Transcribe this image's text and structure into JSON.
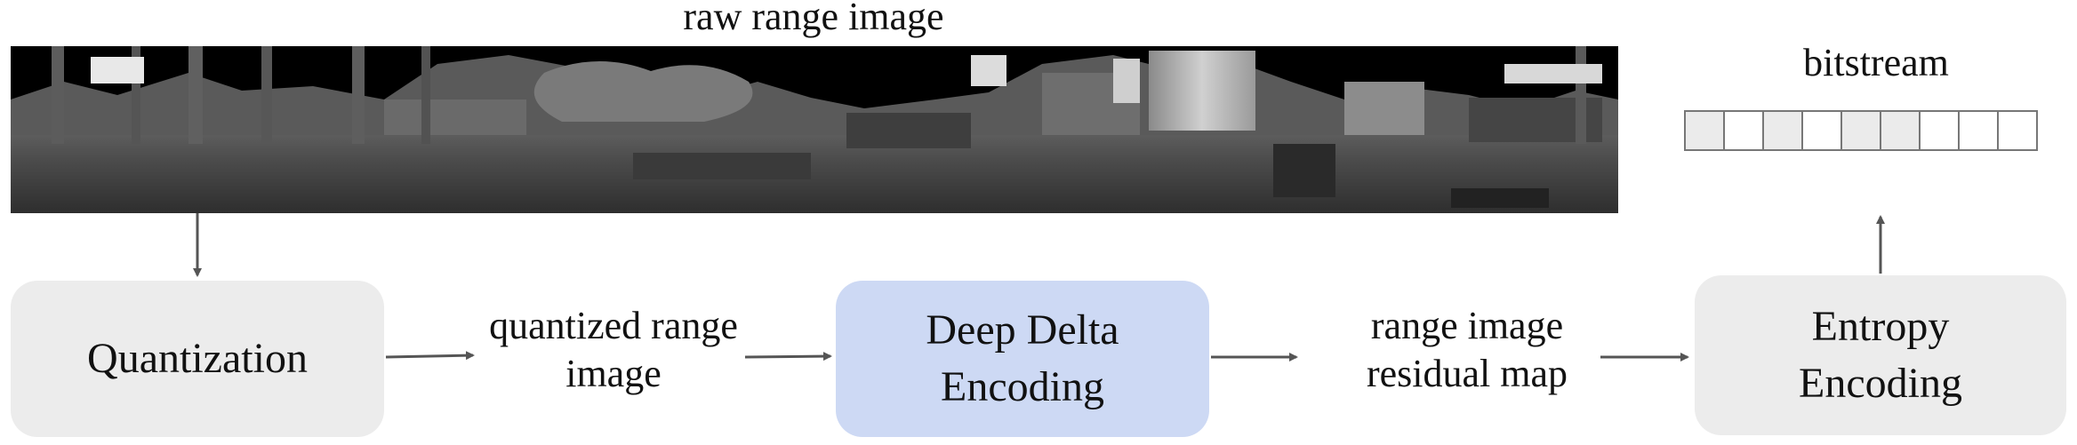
{
  "diagram": {
    "raw_range_image_label": "raw range image",
    "bitstream_label": "bitstream",
    "bitstream_bits": [
      1,
      0,
      1,
      0,
      1,
      1,
      0,
      0,
      0
    ],
    "nodes": {
      "quantization": "Quantization",
      "quantized_range_image": "quantized range\nimage",
      "deep_delta_encoding": "Deep Delta\nEncoding",
      "range_image_residual_map": "range image\nresidual map",
      "entropy_encoding": "Entropy\nEncoding"
    },
    "colors": {
      "gray_box": "#ececec",
      "blue_box": "#cdd9f4",
      "arrow": "#555555"
    }
  }
}
